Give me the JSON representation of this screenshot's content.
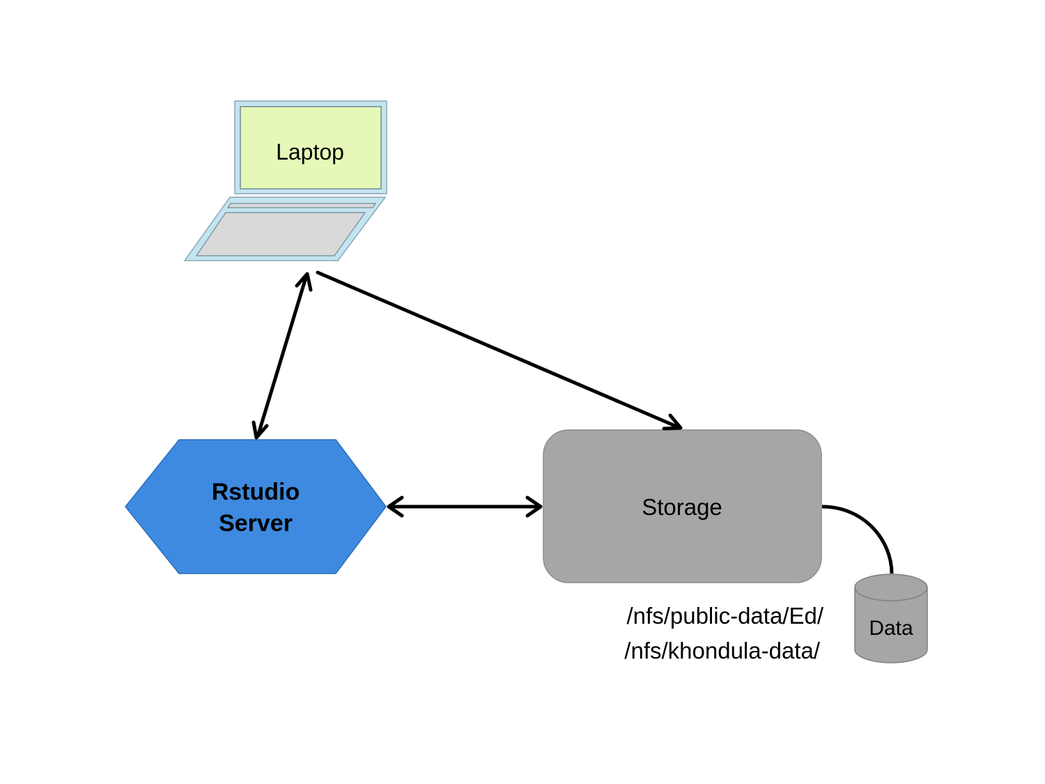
{
  "nodes": {
    "laptop": {
      "label": "Laptop",
      "screen_color": "#e6f8b8",
      "frame_color": "#c4e4f0",
      "keyboard_color": "#d9d9d9"
    },
    "rstudio": {
      "label_line1": "Rstudio",
      "label_line2": "Server",
      "color": "#3d8ae0"
    },
    "storage": {
      "label": "Storage",
      "color": "#a6a6a6"
    },
    "data": {
      "label": "Data",
      "color": "#a6a6a6"
    }
  },
  "paths": {
    "line1": "/nfs/public-data/Ed/",
    "line2": "/nfs/khondula-data/"
  },
  "edges": [
    {
      "from": "laptop",
      "to": "rstudio",
      "direction": "bidirectional"
    },
    {
      "from": "laptop",
      "to": "storage",
      "direction": "to-storage"
    },
    {
      "from": "rstudio",
      "to": "storage",
      "direction": "bidirectional"
    },
    {
      "from": "storage",
      "to": "data",
      "direction": "none"
    }
  ]
}
